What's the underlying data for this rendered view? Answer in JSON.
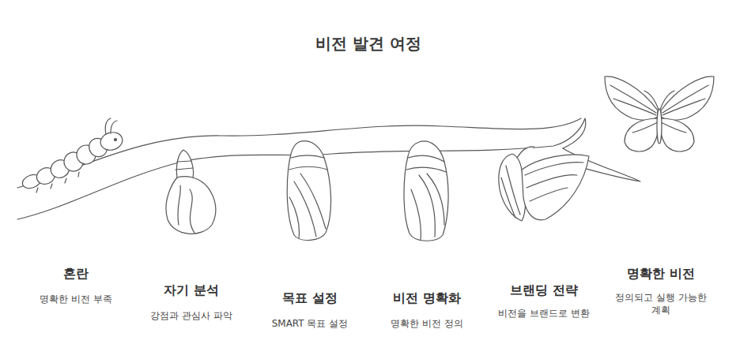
{
  "diagram": {
    "title": "비전 발견 여정",
    "labels": [
      "혼란",
      "명확한 비전 부족",
      "자기 분석",
      "강점과 관심사 파악",
      "목표 설정",
      "SMART 목표 설정",
      "비전 명확화",
      "명확한 비전 정의",
      "브랜딩 전략",
      "비전을 브랜드로 변환",
      "명확한 비전",
      "정의되고 실행 가능한 계획"
    ]
  }
}
